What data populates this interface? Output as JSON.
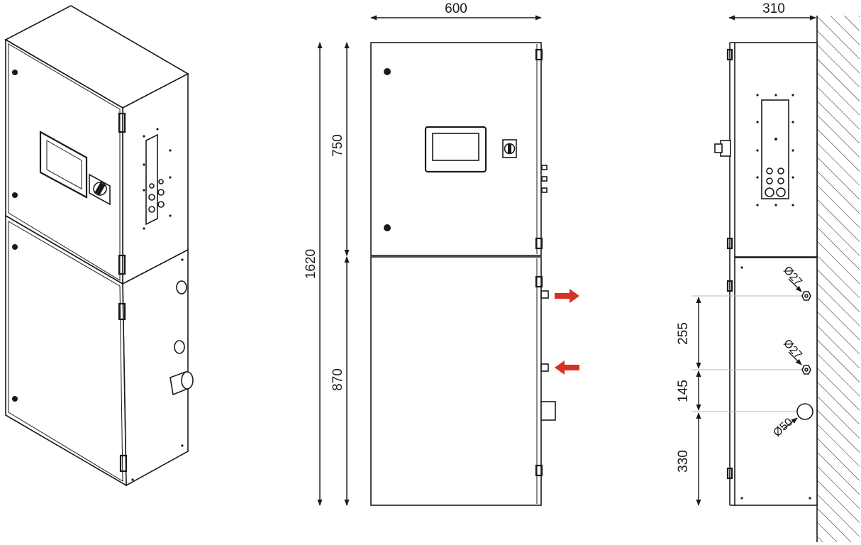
{
  "front_view": {
    "width": "600",
    "height_total": "1620",
    "height_upper": "750",
    "height_lower": "870"
  },
  "side_view": {
    "depth": "310",
    "spacing_1": "255",
    "spacing_2": "145",
    "spacing_3": "330",
    "connection_1": "Ø27",
    "connection_2": "Ø27",
    "connection_3": "Ø50"
  },
  "colors": {
    "line": "#1a1a1a",
    "flow_arrow": "#d93025"
  },
  "icons": {
    "flow_out": "arrow-right-icon",
    "flow_in": "arrow-left-icon"
  }
}
